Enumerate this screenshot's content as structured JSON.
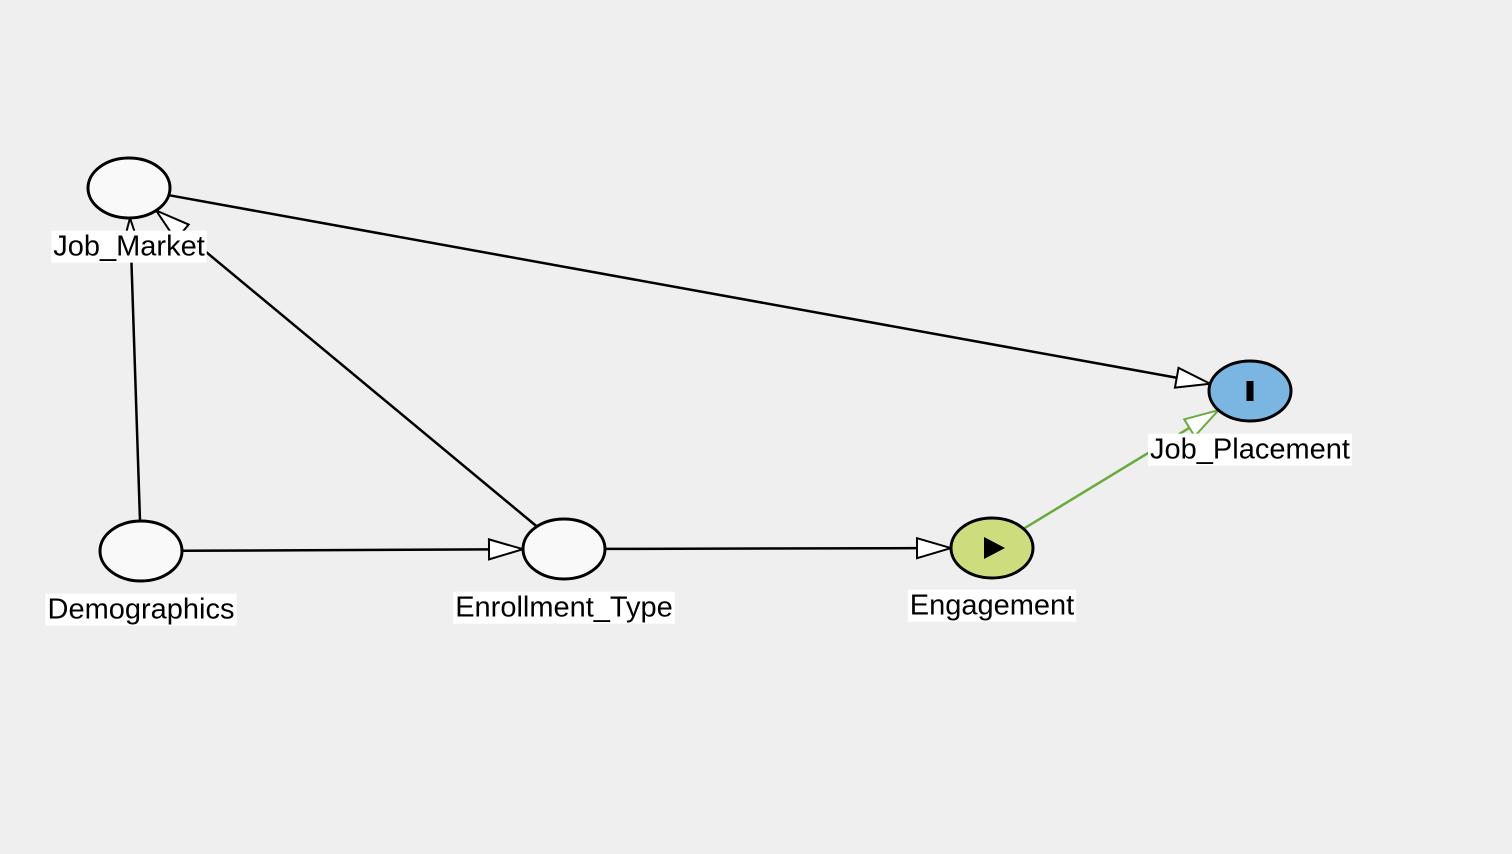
{
  "colors": {
    "background": "#efefef",
    "node_fill": "#f9f9f9",
    "node_stroke": "#000000",
    "edge_default": "#000000",
    "edge_causal": "#6aaa3f",
    "exposure_fill": "#cddc7c",
    "outcome_fill": "#7bb6e2",
    "label_bg": "#ffffff"
  },
  "nodes": [
    {
      "id": "job_market",
      "label": "Job_Market",
      "role": "other"
    },
    {
      "id": "demographics",
      "label": "Demographics",
      "role": "other"
    },
    {
      "id": "enrollment_type",
      "label": "Enrollment_Type",
      "role": "other"
    },
    {
      "id": "engagement",
      "label": "Engagement",
      "role": "exposure",
      "icon": "play-icon"
    },
    {
      "id": "job_placement",
      "label": "Job_Placement",
      "role": "outcome",
      "icon": "outcome-bar-icon"
    }
  ],
  "edges": [
    {
      "from": "demographics",
      "to": "job_market",
      "kind": "default"
    },
    {
      "from": "enrollment_type",
      "to": "job_market",
      "kind": "default"
    },
    {
      "from": "job_market",
      "to": "job_placement",
      "kind": "default"
    },
    {
      "from": "demographics",
      "to": "enrollment_type",
      "kind": "default"
    },
    {
      "from": "enrollment_type",
      "to": "engagement",
      "kind": "default"
    },
    {
      "from": "engagement",
      "to": "job_placement",
      "kind": "causal"
    }
  ]
}
